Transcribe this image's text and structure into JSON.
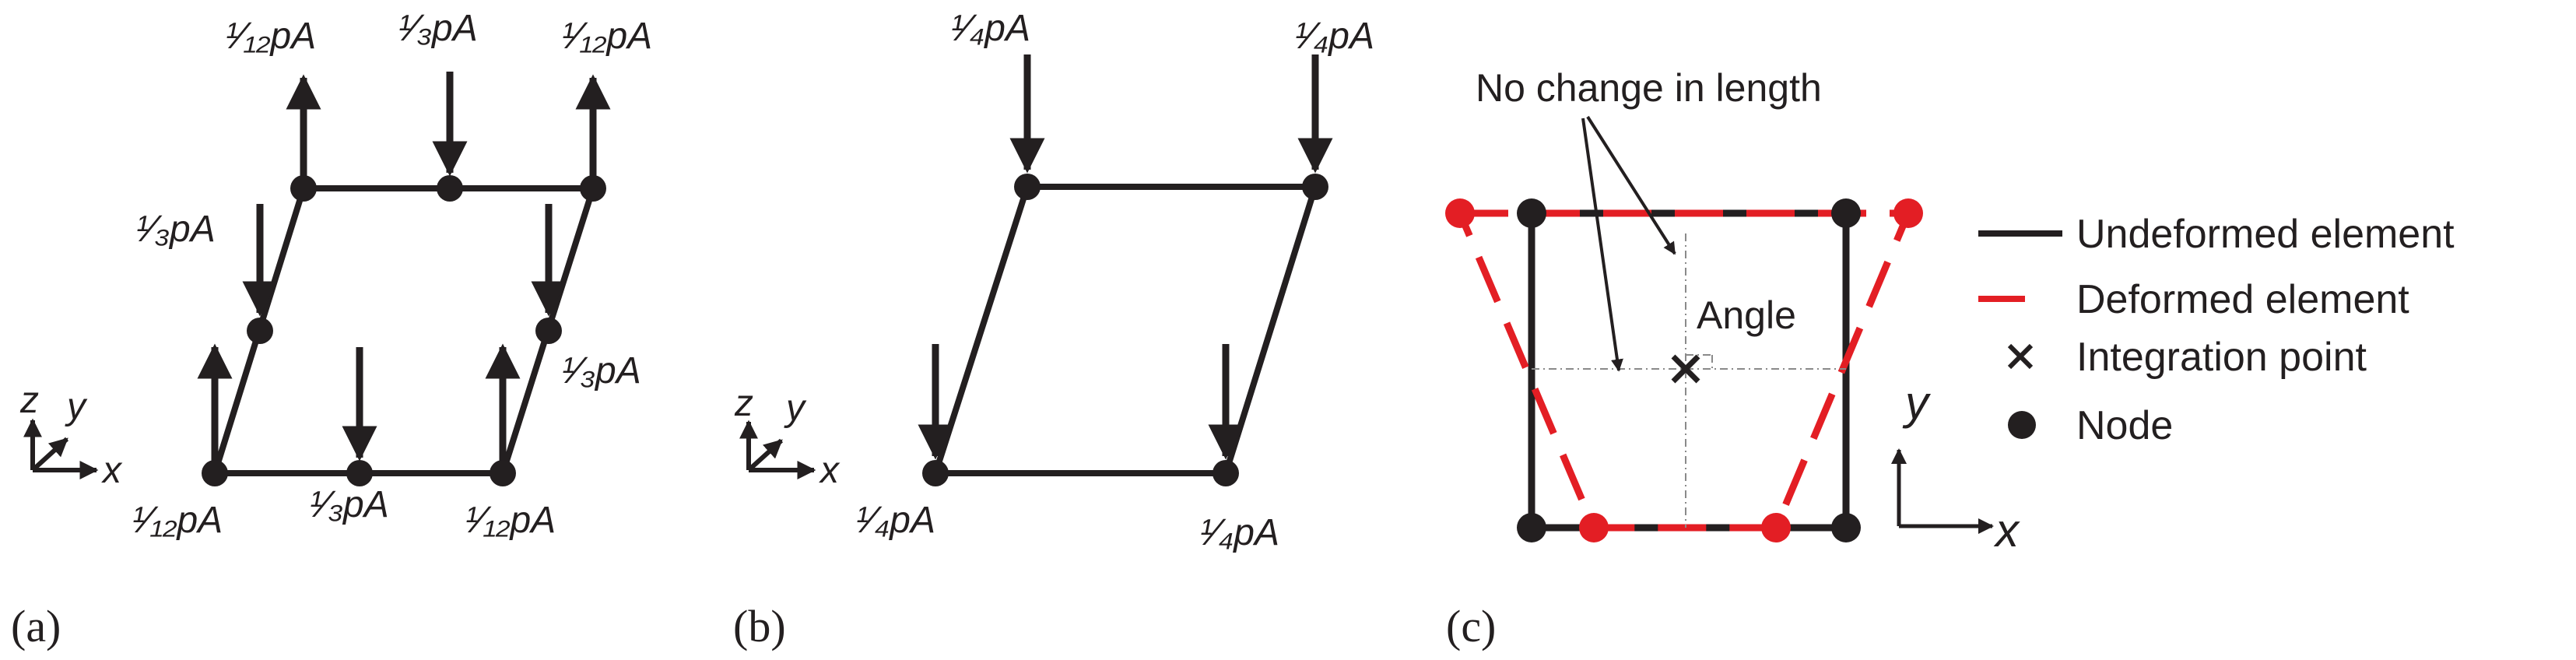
{
  "panel_a": {
    "panel_label": "(a)",
    "loads": {
      "top_left": "¹⁄₁₂pA",
      "top_mid": "¹⁄₃pA",
      "top_right": "¹⁄₁₂pA",
      "mid_left": "¹⁄₃pA",
      "mid_right": "¹⁄₃pA",
      "bottom_left": "¹⁄₁₂pA",
      "bottom_mid": "¹⁄₃pA",
      "bottom_right": "¹⁄₁₂pA"
    },
    "axes": {
      "z": "z",
      "y": "y",
      "x": "x"
    }
  },
  "panel_b": {
    "panel_label": "(b)",
    "loads": {
      "top_left": "¹⁄₄pA",
      "top_right": "¹⁄₄pA",
      "bottom_left": "¹⁄₄pA",
      "bottom_right": "¹⁄₄pA"
    },
    "axes": {
      "z": "z",
      "y": "y",
      "x": "x"
    }
  },
  "panel_c": {
    "panel_label": "(c)",
    "annotation_length": "No change in length",
    "annotation_angle": "Angle",
    "axes": {
      "y": "y",
      "x": "x"
    },
    "legend": [
      {
        "key": "undeformed",
        "label": "Undeformed element",
        "color": "#231f20"
      },
      {
        "key": "deformed",
        "label": "Deformed element",
        "color": "#e31e24"
      },
      {
        "key": "integration",
        "label": "Integration point",
        "color": "#231f20"
      },
      {
        "key": "node",
        "label": "Node",
        "color": "#231f20"
      }
    ]
  }
}
